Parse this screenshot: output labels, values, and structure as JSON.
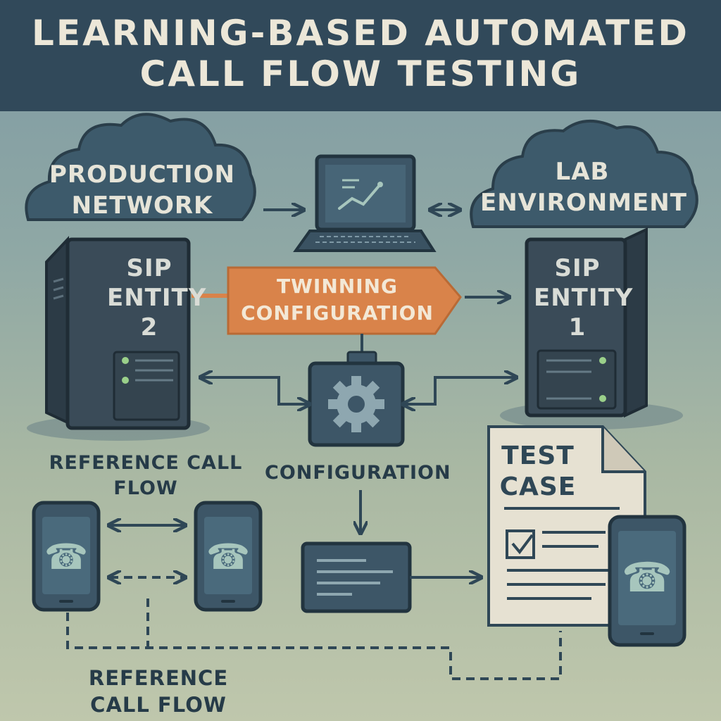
{
  "title": {
    "line1": "LEARNING-BASED AUTOMATED",
    "line2": "CALL FLOW TESTING"
  },
  "nodes": {
    "production_network": {
      "line1": "PRODUCTION",
      "line2": "NETWORK"
    },
    "lab_environment": {
      "line1": "LAB",
      "line2": "ENVIRONMENT"
    },
    "sip_entity_2": {
      "line1": "SIP",
      "line2": "ENTITY",
      "line3": "2"
    },
    "sip_entity_1": {
      "line1": "SIP",
      "line2": "ENTITY",
      "line3": "1"
    },
    "twinning_configuration": {
      "line1": "TWINNING",
      "line2": "CONFIGURATION"
    },
    "configuration": {
      "label": "CONFIGURATION"
    },
    "test_case": {
      "line1": "TEST",
      "line2": "CASE"
    },
    "reference_call_flow_top": {
      "line1": "REFERENCE CALL",
      "line2": "FLOW"
    },
    "reference_call_flow_bottom": {
      "line1": "REFERENCE",
      "line2": "CALL FLOW"
    }
  },
  "icons": {
    "laptop": "laptop-icon",
    "gear": "gear-icon",
    "phone": "phone-icon",
    "checkbox": "checkbox-icon",
    "server": "server-icon",
    "cloud": "cloud-icon"
  },
  "colors": {
    "title_bg": "#31495a",
    "title_text": "#ece7d8",
    "cloud": "#3d5a6b",
    "server": "#3a4b58",
    "accent_orange": "#d9834a",
    "line": "#2f4756",
    "led_green": "#9ad08a",
    "paper": "#e6e1d2"
  }
}
